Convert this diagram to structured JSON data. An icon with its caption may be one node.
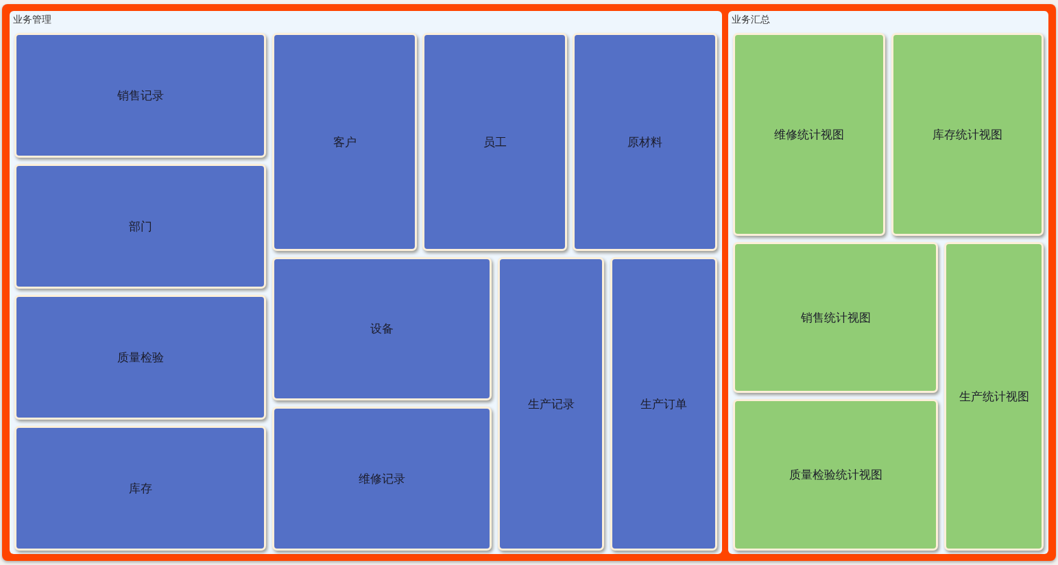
{
  "diagram": {
    "nodes": [
      {
        "text": [
          "业务管理"
        ]
      },
      {
        "text": [
          "销售记录"
        ],
        "in": 0
      },
      {
        "text": [
          "部门"
        ],
        "in": 0
      },
      {
        "text": [
          "质量检验"
        ],
        "in": 0
      },
      {
        "text": [
          "库存"
        ],
        "in": 0
      },
      {
        "text": [
          "客户"
        ],
        "in": 0
      },
      {
        "text": [
          "员工"
        ],
        "in": 0
      },
      {
        "text": [
          "原材料"
        ],
        "in": 0
      },
      {
        "text": [
          "设备"
        ],
        "in": 0
      },
      {
        "text": [
          "维修记录"
        ],
        "in": 0
      },
      {
        "text": [
          "生产记录"
        ],
        "in": 0
      },
      {
        "text": [
          "生产订单"
        ],
        "in": 0
      },
      {
        "text": [
          "业务汇总"
        ]
      },
      {
        "text": [
          "维修统计视图"
        ],
        "in": 12
      },
      {
        "text": [
          "库存统计视图"
        ],
        "in": 12
      },
      {
        "text": [
          "销售统计视图"
        ],
        "in": 12
      },
      {
        "text": [
          "质量检验统计视图"
        ],
        "in": 12
      },
      {
        "text": [
          "生产统计视图"
        ],
        "in": 12
      }
    ],
    "edges": []
  }
}
